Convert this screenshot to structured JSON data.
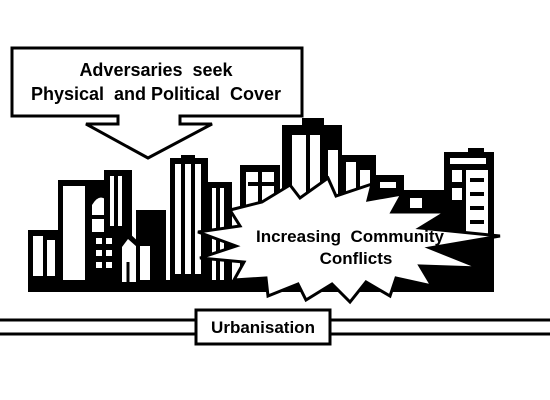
{
  "callout": {
    "line1": "Adversaries  seek",
    "line2": "Physical  and Political  Cover"
  },
  "burst": {
    "line1": "Increasing  Community",
    "line2": "Conflicts"
  },
  "banner": {
    "label": "Urbanisation"
  },
  "colors": {
    "ink": "#000000",
    "paper": "#ffffff"
  }
}
